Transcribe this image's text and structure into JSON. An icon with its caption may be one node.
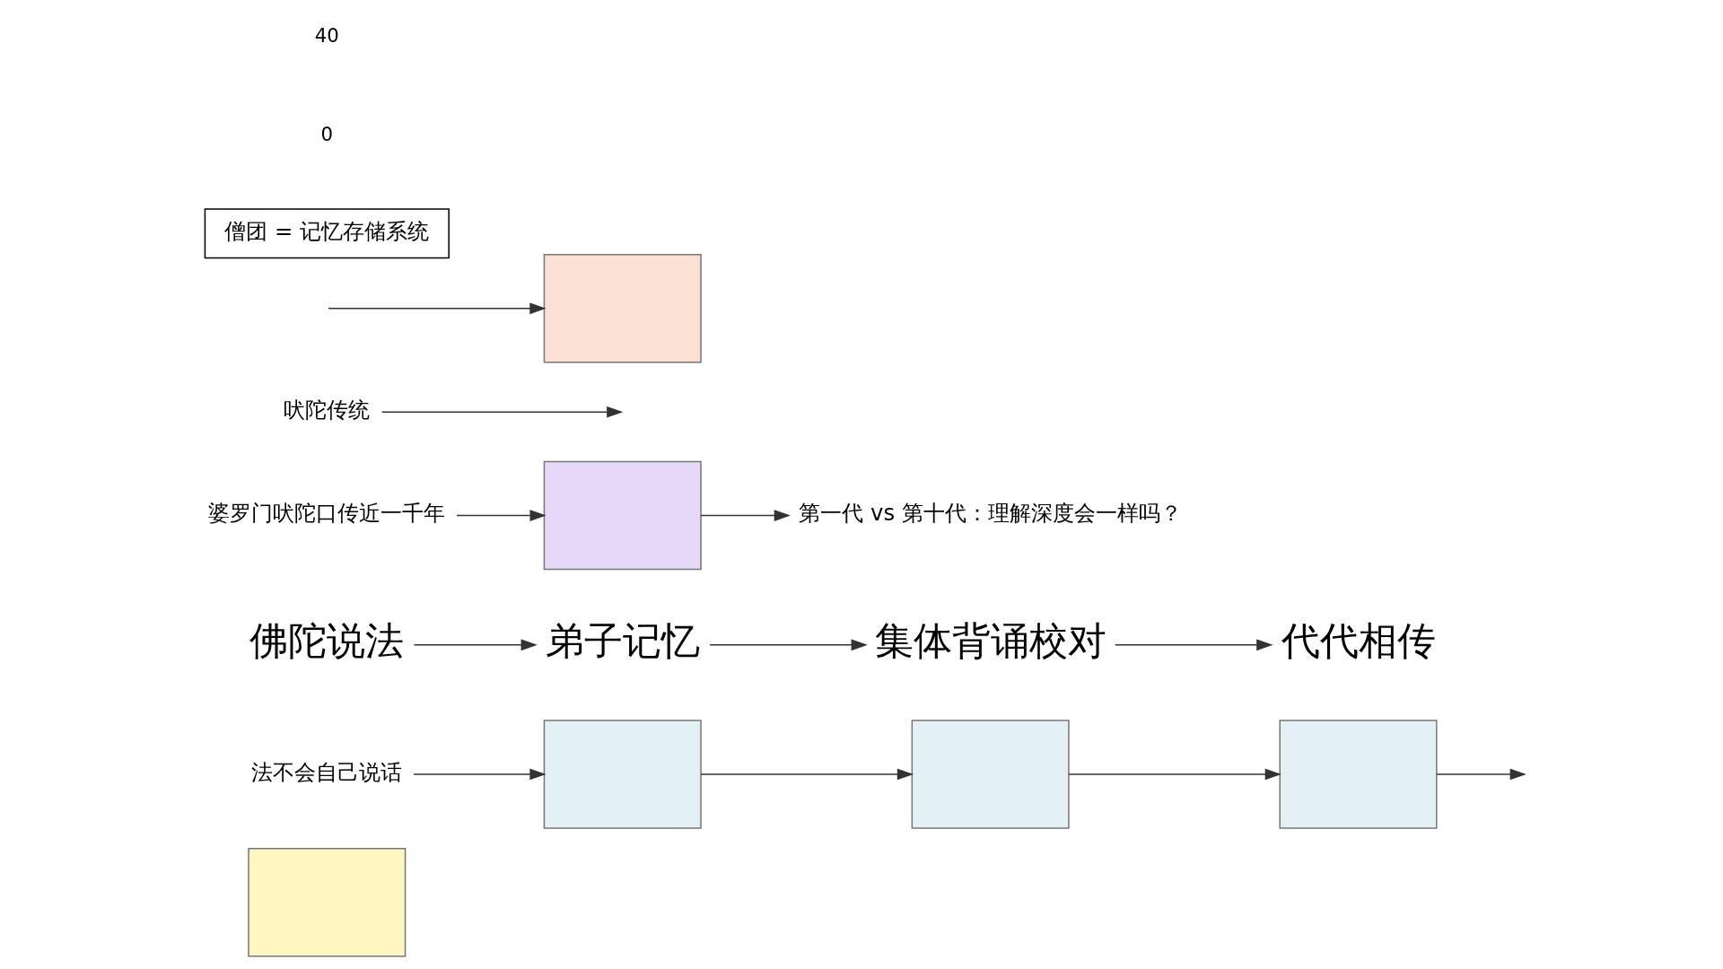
{
  "diagram": {
    "nodes": [
      {
        "text": [],
        "shape": "box"
      },
      {
        "text": [],
        "shape": "box"
      },
      {
        "text": [],
        "shape": "box"
      },
      {
        "text": [],
        "shape": "box"
      },
      {
        "text": [
          "佛陀说法"
        ]
      },
      {
        "text": [
          "弟子记忆"
        ]
      },
      {
        "text": [
          "集体背诵校对"
        ]
      },
      {
        "text": [
          "代代相传"
        ]
      },
      {
        "text": [
          "法不会自己说话"
        ]
      },
      {
        "text": [
          "第一代 vs 第十代：理解深度会一样吗？"
        ]
      },
      {
        "text": [
          "婆罗门吠陀口传近一千年"
        ]
      },
      {
        "text": [],
        "shape": "box"
      },
      {
        "text": [
          "吠陀传统"
        ]
      },
      {
        "text": [],
        "shape": "box"
      },
      {
        "text": [
          "僧团 = 记忆存储系统"
        ]
      }
    ],
    "edges": [
      {
        "from": 1,
        "to": 2,
        "arrow": "to"
      },
      {
        "from": 2,
        "to": 3,
        "arrow": "to"
      },
      {
        "from": 3,
        "to": null,
        "arrow": "to"
      },
      {
        "from": 8,
        "to": 1,
        "arrow": "to"
      },
      {
        "from": 11,
        "to": 9,
        "arrow": "to"
      },
      {
        "from": 10,
        "to": 11,
        "arrow": "to"
      },
      {
        "from": 4,
        "to": 5,
        "arrow": "to"
      },
      {
        "from": 5,
        "to": 6,
        "arrow": "to"
      },
      {
        "from": 6,
        "to": 7,
        "arrow": "to"
      },
      {
        "from": 12,
        "to": null,
        "arrow": "to"
      },
      {
        "from": null,
        "to": 13,
        "arrow": "to"
      }
    ],
    "labels": [
      "0",
      "40"
    ]
  }
}
